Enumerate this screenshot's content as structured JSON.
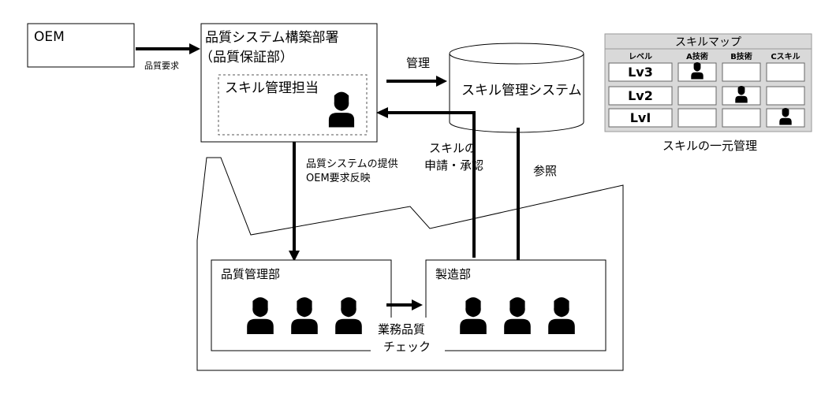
{
  "oem": {
    "label": "OEM"
  },
  "quality_request": {
    "label": "品質要求"
  },
  "dept": {
    "line1": "品質システム構築部署",
    "line2": "（品質保証部）"
  },
  "skill_admin": {
    "label": "スキル管理担当"
  },
  "manage_label": "管理",
  "skill_system": {
    "label": "スキル管理システム"
  },
  "provision": {
    "line1": "品質システムの提供",
    "line2": "OEM要求反映"
  },
  "apply": {
    "line1": "スキルの",
    "line2": "申請・承認"
  },
  "ref_label": "参照",
  "qc_dept": {
    "label": "品質管理部"
  },
  "mfg_dept": {
    "label": "製造部"
  },
  "check": {
    "line1": "業務品質",
    "line2": "チェック"
  },
  "skill_map": {
    "title": "スキルマップ",
    "headers": [
      "レベル",
      "A技術",
      "B技術",
      "Cスキル"
    ],
    "rows": [
      {
        "level": "Lv3",
        "marks": [
          true,
          false,
          false
        ]
      },
      {
        "level": "Lv2",
        "marks": [
          false,
          true,
          false
        ]
      },
      {
        "level": "LvⅠ",
        "marks": [
          false,
          false,
          true
        ]
      }
    ],
    "caption": "スキルの一元管理"
  },
  "colors": {
    "line": "#000000",
    "skill_map_bg": "#d9d9d9",
    "dashed": "#555555"
  }
}
